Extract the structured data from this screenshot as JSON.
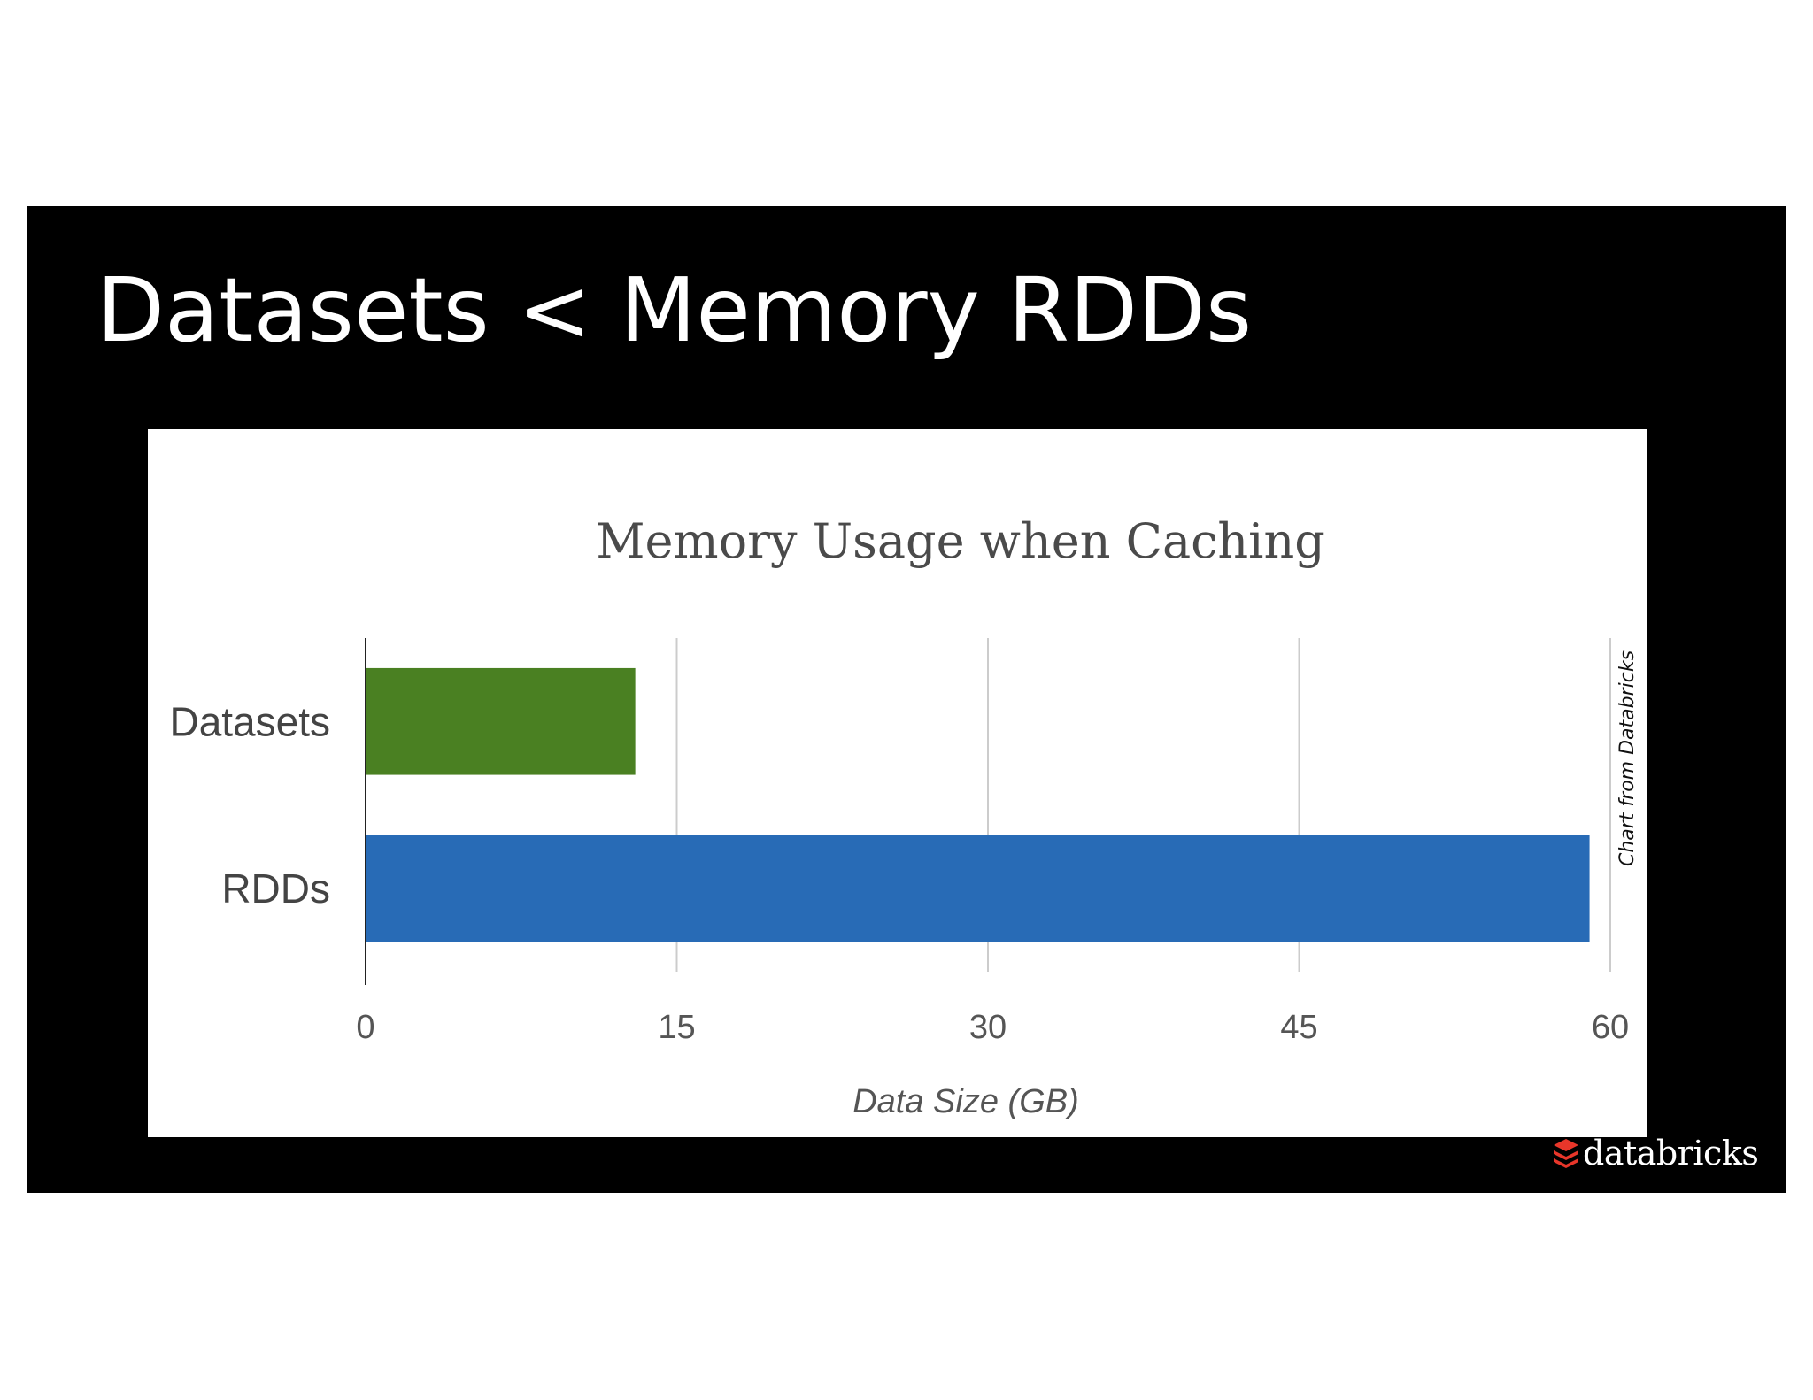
{
  "slide": {
    "title": "Datasets < Memory RDDs",
    "brand": "databricks",
    "brand_icon": "databricks-logo-icon",
    "brand_color": "#e8362a"
  },
  "chart_data": {
    "type": "bar",
    "orientation": "horizontal",
    "title": "Memory Usage when Caching",
    "xlabel": "Data Size (GB)",
    "ylabel": "",
    "categories": [
      "Datasets",
      "RDDs"
    ],
    "values": [
      13,
      59
    ],
    "colors": [
      "#4a8022",
      "#286bb6"
    ],
    "xlim": [
      0,
      60
    ],
    "xticks": [
      0,
      15,
      30,
      45,
      60
    ],
    "grid": "vertical",
    "annotation": "Chart from Databricks"
  }
}
